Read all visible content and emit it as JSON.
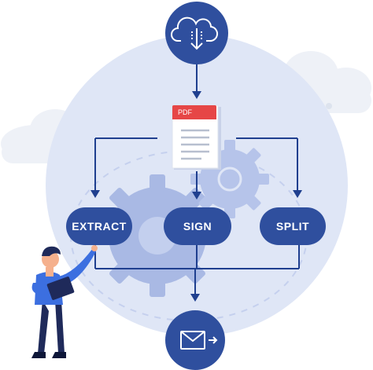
{
  "document": {
    "tag_label": "PDF"
  },
  "actions": [
    {
      "label": "EXTRACT"
    },
    {
      "label": "SIGN"
    },
    {
      "label": "SPLIT"
    }
  ],
  "icons": {
    "top": "cloud-download-icon",
    "middle": "pdf-document-icon",
    "bottom": "email-send-icon"
  },
  "colors": {
    "primary": "#2f4f9e",
    "circle_bg": "#dfe6f6",
    "gear": "#a9b9e4",
    "pdf_red": "#e64646",
    "cloud": "#eef1f7",
    "arrow": "#1f3f8f"
  }
}
